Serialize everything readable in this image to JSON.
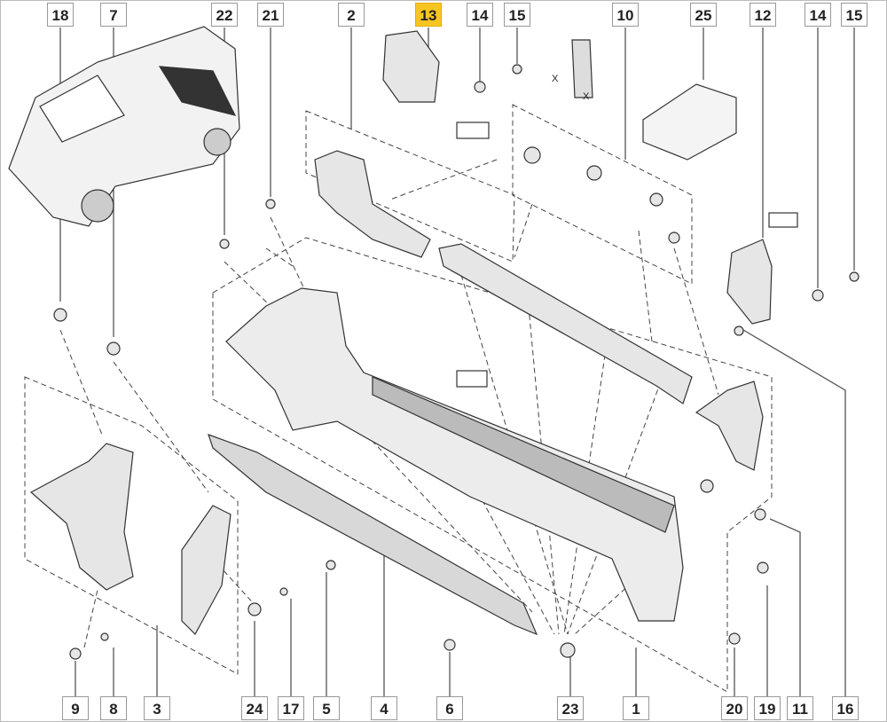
{
  "title": "Rear bumper parts diagram",
  "highlight_color": "#f7c520",
  "top_labels": [
    "18",
    "7",
    "22",
    "21",
    "2",
    "13",
    "14",
    "15",
    "10",
    "25",
    "12",
    "14",
    "15"
  ],
  "bottom_labels": [
    "9",
    "8",
    "3",
    "24",
    "17",
    "5",
    "4",
    "6",
    "23",
    "1",
    "20",
    "19",
    "11",
    "16"
  ],
  "highlighted": "13",
  "dimension_marks": [
    "X",
    "X"
  ]
}
